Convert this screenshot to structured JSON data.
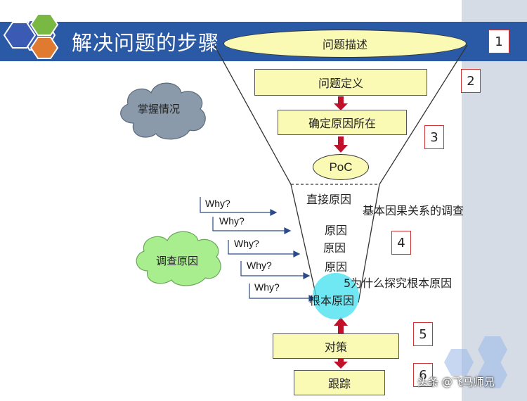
{
  "slide": {
    "title": "解决问题的步骤",
    "steps": {
      "s1": "问题描述",
      "s2": "问题定义",
      "s3": "确定原因所在",
      "poc": "PoC",
      "direct_cause": "直接原因",
      "basic_investigation": "基本因果关系的调查",
      "cause1": "原因",
      "cause2": "原因",
      "cause3": "原因",
      "five_why": "5为什么探究根本原因",
      "root_cause": "根本原因",
      "countermeasure": "对策",
      "followup": "跟踪"
    },
    "numbers": [
      "1",
      "2",
      "3",
      "4",
      "5",
      "6"
    ],
    "clouds": {
      "grasp": "掌握情况",
      "investigate": "调查原因"
    },
    "why_labels": [
      "Why?",
      "Why?",
      "Why?",
      "Why?",
      "Why?"
    ],
    "watermark": "头条 @飞马师兄",
    "colors": {
      "banner": "#2a5aa6",
      "box_fill": "#fafab4",
      "arrow_red": "#c0102a",
      "number_border": "#cc3333",
      "cloud_gray": "#8a9aab",
      "cloud_green": "#a8ee8e",
      "root_glow": "#40e0f0",
      "hex_green": "#7ab844",
      "hex_blue": "#3a5ab4",
      "hex_orange": "#e07a30"
    }
  }
}
